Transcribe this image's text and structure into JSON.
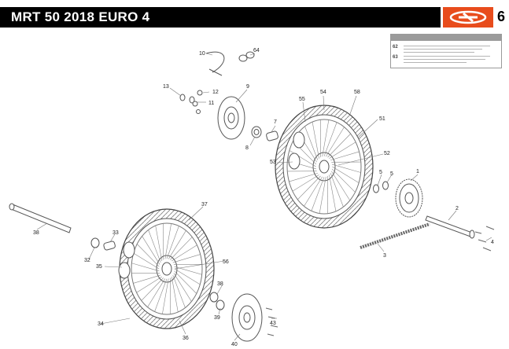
{
  "header": {
    "title": "MRT 50 2018 EURO 4",
    "page_number": "6",
    "brand_logo": "rieju-logo"
  },
  "notes_box": {
    "heading": "",
    "rows": [
      {
        "ref": "62"
      },
      {
        "ref": "63"
      }
    ]
  },
  "callouts": [
    "10",
    "64",
    "13",
    "12",
    "11",
    "9",
    "7",
    "8",
    "55",
    "54",
    "58",
    "51",
    "52",
    "53",
    "5",
    "5",
    "1",
    "2",
    "4",
    "3",
    "37",
    "38",
    "33",
    "32",
    "35",
    "56",
    "38",
    "39",
    "34",
    "36",
    "40",
    "43"
  ],
  "colors": {
    "title_bar": "#000000",
    "logo_bg": "#e84c1c",
    "line_art": "#555555"
  }
}
